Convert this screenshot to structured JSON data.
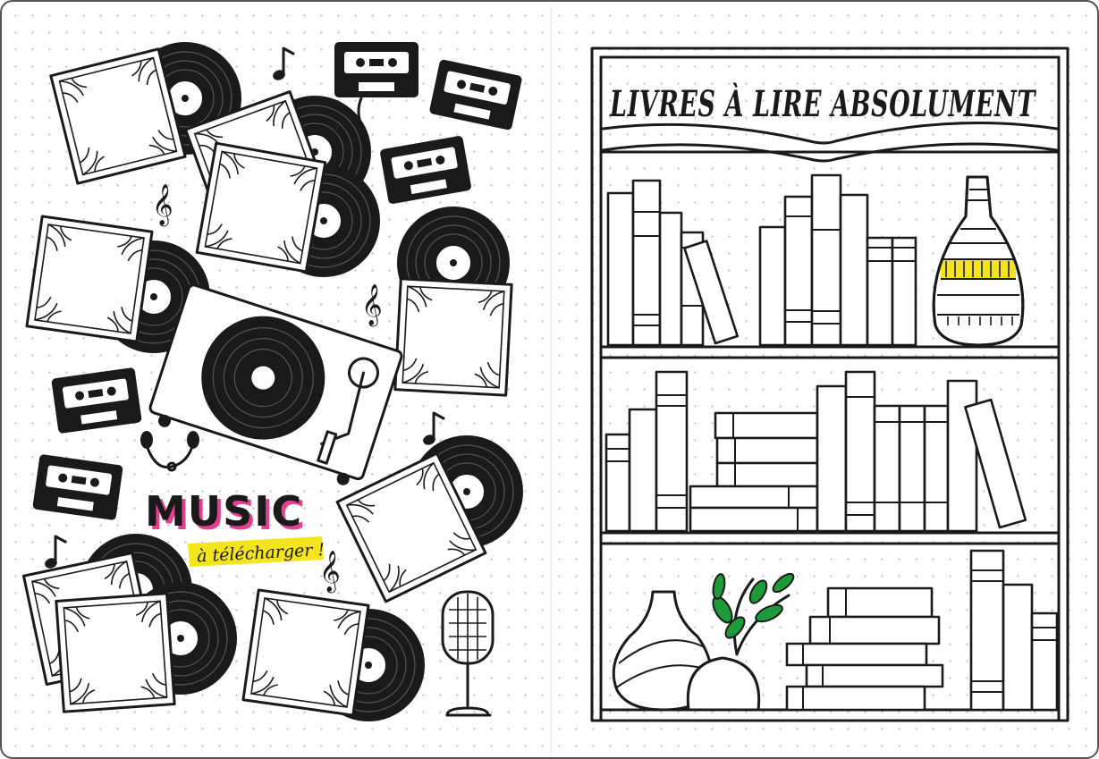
{
  "spread": {
    "left_page": {
      "badge_title": "MUSIC",
      "badge_subtitle": "à télécharger !",
      "music_notes": [
        "♪",
        "𝄞",
        "𝄞",
        "♪",
        "♪",
        "𝄞"
      ]
    },
    "right_page": {
      "title": "LIVRES À LIRE ABSOLUMENT"
    }
  },
  "colors": {
    "ink": "#1a1a1a",
    "highlight_yellow": "#f4e41c",
    "accent_pink": "#e23f8f",
    "leaf_green": "#1d9a3a",
    "dot_grid": "#bdbdbd"
  },
  "icons": [
    "vinyl-record-icon",
    "cassette-tape-icon",
    "turntable-icon",
    "headphones-icon",
    "microphone-icon",
    "music-note-icon",
    "treble-clef-icon",
    "bookshelf-icon",
    "vase-icon",
    "plant-icon"
  ]
}
